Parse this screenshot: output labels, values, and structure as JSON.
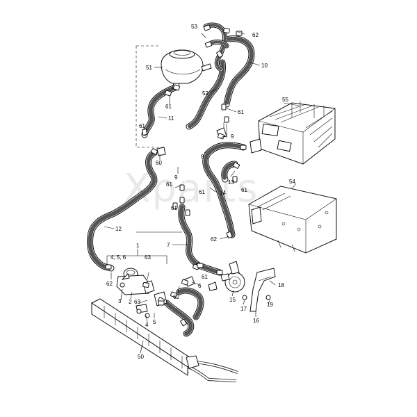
{
  "watermark": "Xparts",
  "callouts": {
    "c1": "1",
    "c456": "4, 5, 6",
    "c2": "2",
    "c3": "3",
    "c4": "4",
    "c5": "5",
    "c6": "6",
    "c7": "7",
    "c8": "8",
    "c9a": "9",
    "c9b": "9",
    "c10": "10",
    "c11": "11",
    "c12": "12",
    "c13": "13",
    "c14": "14",
    "c15": "15",
    "c16": "16",
    "c17": "17",
    "c18": "18",
    "c19": "19",
    "c50": "50",
    "c51": "51",
    "c52": "52",
    "c53": "53",
    "c54": "54",
    "c55": "55",
    "c60": "60",
    "c61a": "61",
    "c61b": "61",
    "c61c": "61",
    "c61d": "61",
    "c61e": "61",
    "c61f": "61",
    "c61g": "61",
    "c61h": "61",
    "c62a": "62",
    "c62b": "62",
    "c62c": "62",
    "c62d": "62",
    "c63a": "63",
    "c63b": "63"
  }
}
